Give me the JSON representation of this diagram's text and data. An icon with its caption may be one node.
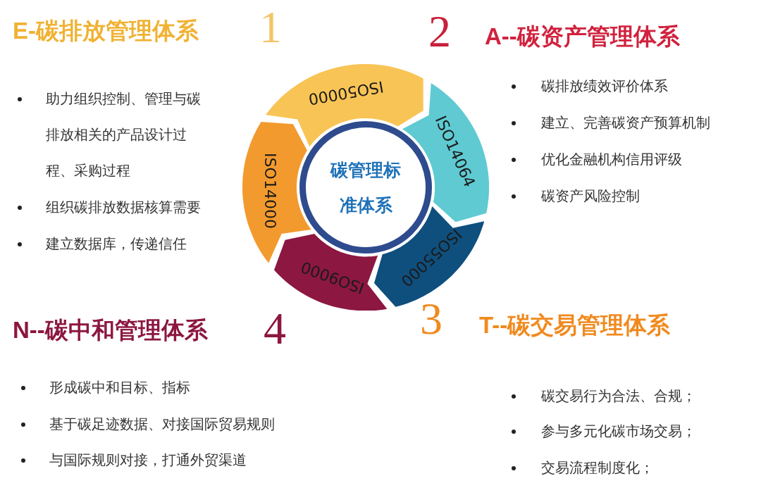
{
  "diagram": {
    "nodes": [
      {
        "text": [
          "碳管理标准体系"
        ]
      },
      {
        "text": [
          "ISO50000"
        ]
      },
      {
        "text": [
          "ISO14064"
        ]
      },
      {
        "text": [
          "ISO55000"
        ]
      },
      {
        "text": [
          "ISO9000"
        ]
      },
      {
        "text": [
          "ISO14000"
        ]
      }
    ],
    "labels": [
      "E-碳排放管理体系",
      "1",
      "2",
      "A--碳资产管理体系",
      "助力组织控制、管理与碳排放相关的产品设计过程、采购过程",
      "组织碳排放数据核算需要",
      "建立数据库，传递信任",
      "碳排放绩效评价体系",
      "建立、完善碳资产预算机制",
      "优化金融机构信用评级",
      "碳资产风险控制",
      "N--碳中和管理体系",
      "4",
      "3",
      "T--碳交易管理体系",
      "形成碳中和目标、指标",
      "基于碳足迹数据、对接国际贸易规则",
      "与国际规则对接，打通外贸渠道",
      "碳交易行为合法、合规；",
      "参与多元化碳市场交易；",
      "交易流程制度化；"
    ]
  }
}
